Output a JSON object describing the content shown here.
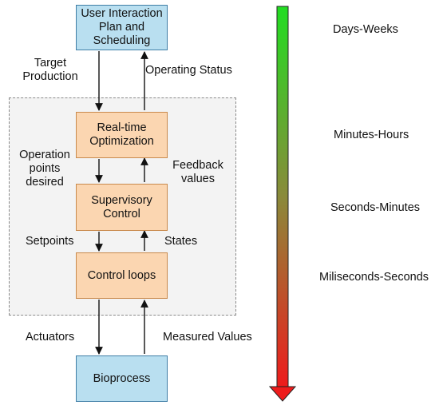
{
  "nodes": {
    "planning": "User Interaction Plan and Scheduling",
    "rto": "Real-time Optimization",
    "supervisory": "Supervisory Control",
    "control_loops": "Control loops",
    "bioprocess": "Bioprocess"
  },
  "edge_labels": {
    "target_production": "Target Production",
    "operating_status": "Operating Status",
    "operation_points": "Operation points desired",
    "feedback_values": "Feedback values",
    "setpoints": "Setpoints",
    "states": "States",
    "actuators": "Actuators",
    "measured_values": "Measured Values"
  },
  "timescales": {
    "days_weeks": "Days-Weeks",
    "minutes_hours": "Minutes-Hours",
    "seconds_minutes": "Seconds-Minutes",
    "milliseconds_seconds": "Miliseconds-Seconds"
  },
  "colors": {
    "arrow_gradient_top": "#22dd22",
    "arrow_gradient_bottom": "#ee1c1c",
    "blue_box_fill": "#b9dff0",
    "orange_box_fill": "#fbd6b1",
    "dashed_region_fill": "#f3f3f3"
  }
}
